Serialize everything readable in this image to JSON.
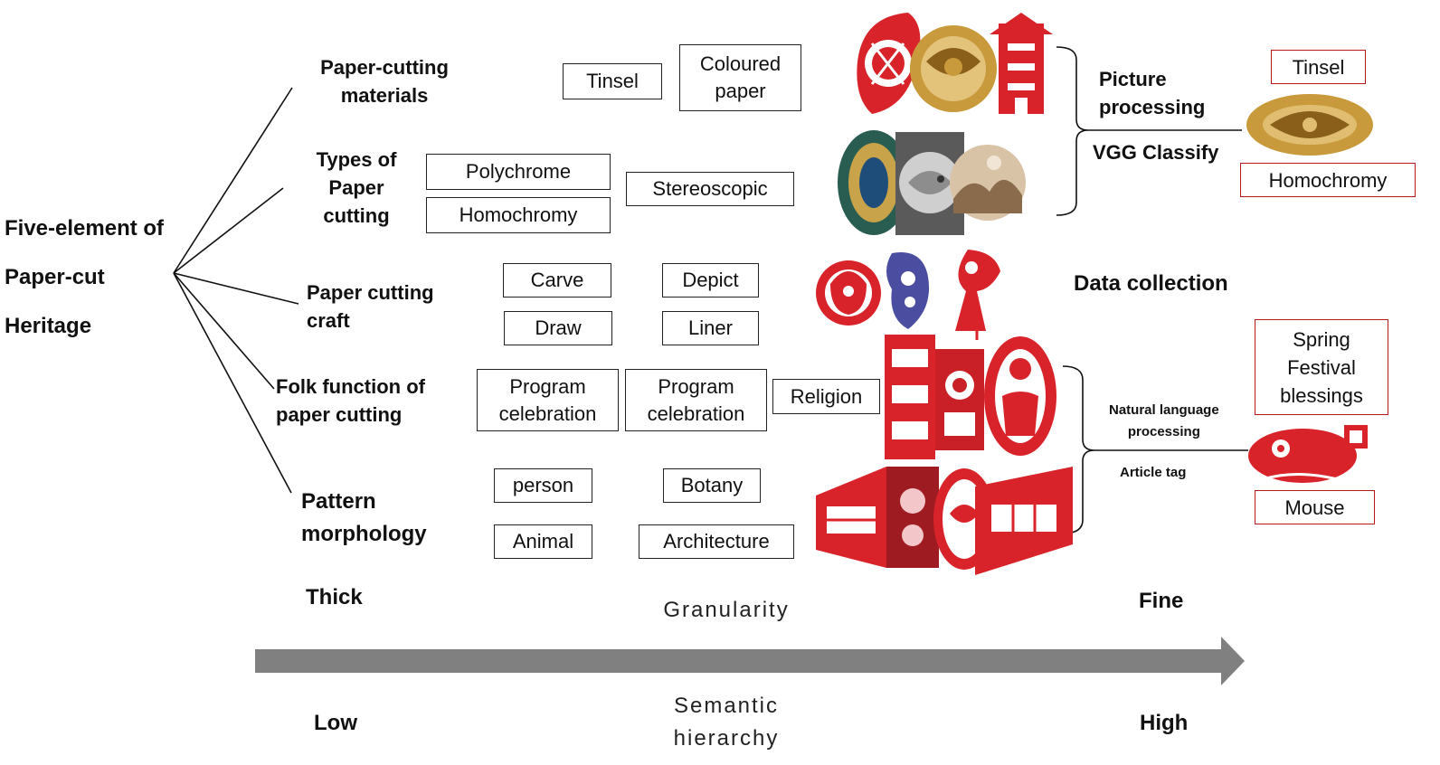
{
  "root": {
    "title": "Five-element of\nPaper-cut\nHeritage"
  },
  "categories": {
    "materials": "Paper-cutting\nmaterials",
    "types": "Types of\nPaper\ncutting",
    "craft": "Paper cutting\ncraft",
    "folk": "Folk function of\npaper cutting",
    "pattern": "Pattern\nmorphology"
  },
  "items": {
    "tinsel": "Tinsel",
    "coloured_paper": "Coloured\npaper",
    "polychrome": "Polychrome",
    "homochromy": "Homochromy",
    "stereoscopic": "Stereoscopic",
    "carve": "Carve",
    "depict": "Depict",
    "draw": "Draw",
    "liner": "Liner",
    "program_celebration_1": "Program\ncelebration",
    "program_celebration_2": "Program\ncelebration",
    "religion": "Religion",
    "person": "person",
    "botany": "Botany",
    "animal": "Animal",
    "architecture": "Architecture"
  },
  "processing": {
    "picture_processing": "Picture\nprocessing",
    "vgg_classify": "VGG Classify",
    "data_collection": "Data collection",
    "nlp": "Natural language\nprocessing",
    "article_tag": "Article tag"
  },
  "outputs": {
    "tinsel": "Tinsel",
    "homochromy": "Homochromy",
    "spring_festival": "Spring\nFestival\nblessings",
    "mouse": "Mouse"
  },
  "axes": {
    "thick": "Thick",
    "granularity": "Granularity",
    "fine": "Fine",
    "low": "Low",
    "semantic_hierarchy": "Semantic\nhierarchy",
    "high": "High"
  },
  "colors": {
    "papercut_red": "#d8232a",
    "tinsel_gold": "#c89a3c",
    "arrow_gray": "#808080",
    "output_box_border": "#b81818"
  }
}
